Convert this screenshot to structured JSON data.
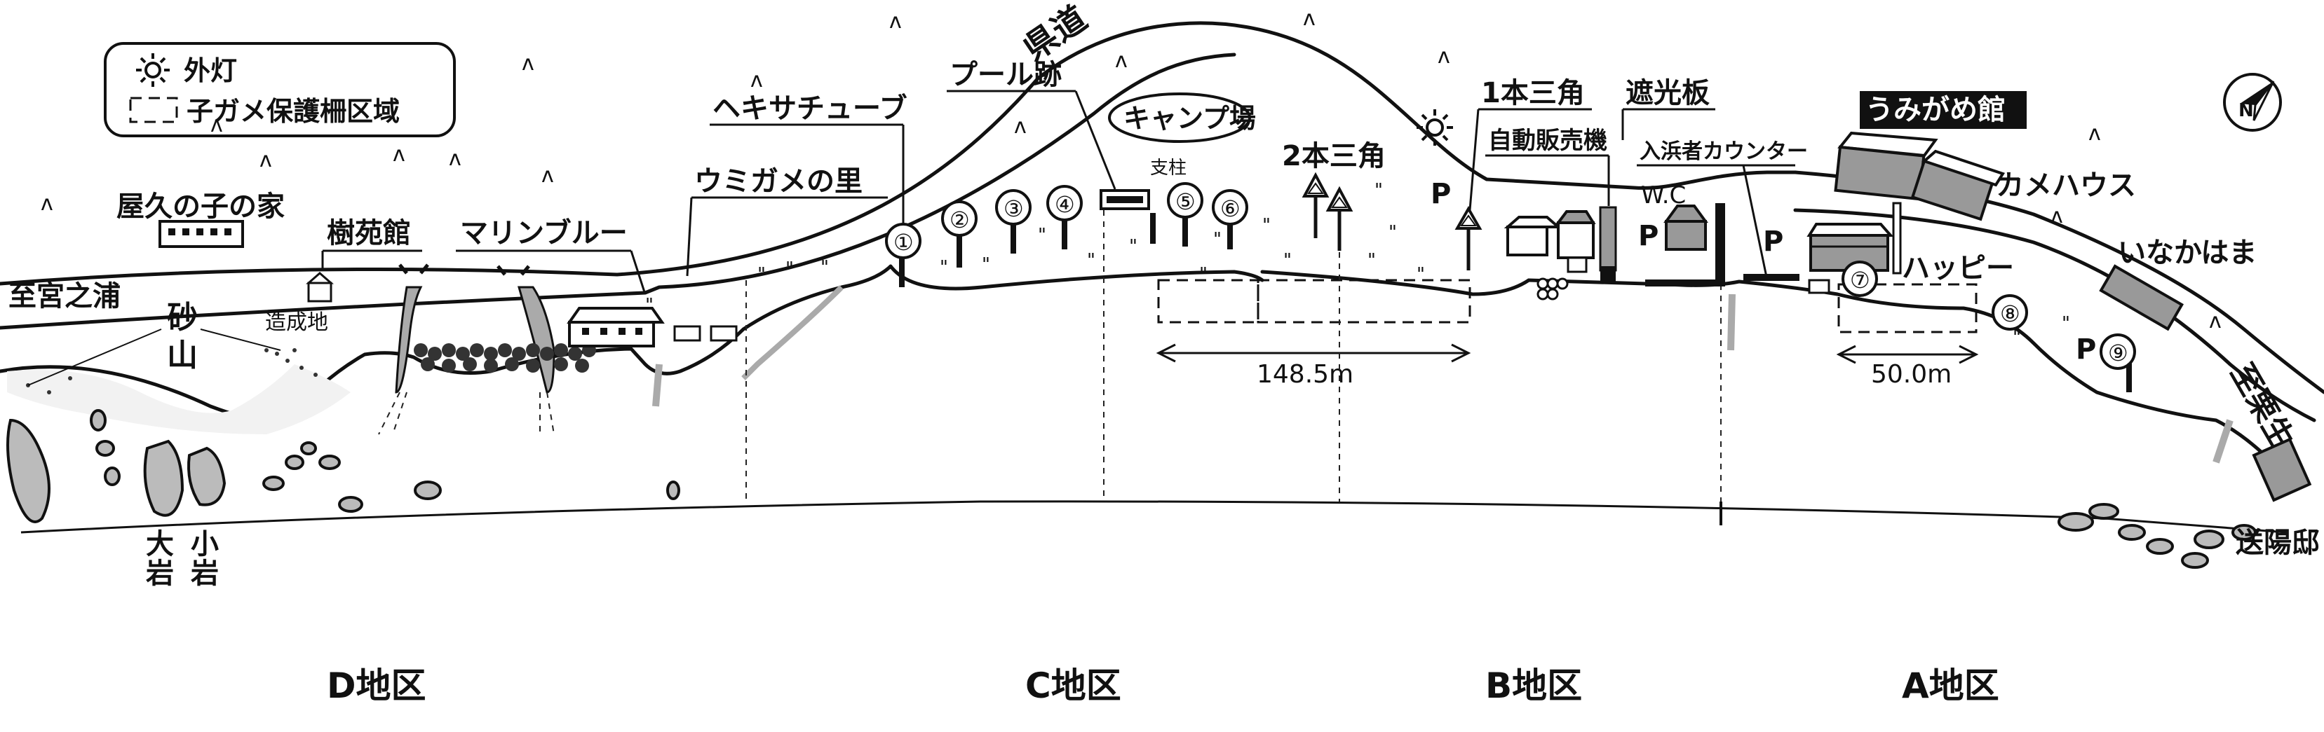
{
  "legend": {
    "light_label": "外灯",
    "zone_label": "子ガメ保護柵区域"
  },
  "places": {
    "shiyaku": "屋久の子の家",
    "jyuenkan": "樹苑館",
    "marine_blue": "マリンブルー",
    "umigame_sato": "ウミガメの里",
    "hekisa": "ヘキサチューブ",
    "pool_ato": "プール跡",
    "kendo": "県道",
    "camp": "キャンプ場",
    "shichu": "支柱",
    "sankaku2": "2本三角",
    "sankaku1": "1本三角",
    "vending": "自動販売機",
    "shakoban": "遮光板",
    "counter": "入浜者カウンター",
    "wc": "W.C",
    "umigamekan": "うみがめ館",
    "kame_house": "カメハウス",
    "happy": "ハッピー",
    "inakahama": "いなかはま",
    "to_kurio": "至栗生",
    "to_miyanoura": "至宮之浦",
    "zoseichi": "造成地",
    "suna": "砂",
    "yama": "山",
    "oiwa_1": "大",
    "oiwa_2": "岩",
    "koiwa_1": "小",
    "koiwa_2": "岩",
    "soyotei": "送陽邸",
    "parking": "P"
  },
  "markers": [
    "①",
    "②",
    "③",
    "④",
    "⑤",
    "⑥",
    "⑦",
    "⑧",
    "⑨"
  ],
  "distances": {
    "d1": "148.5m",
    "d2": "50.0m"
  },
  "districts": [
    "D地区",
    "C地区",
    "B地区",
    "A地区"
  ],
  "icons": {
    "light": "sun-icon",
    "north": "north-arrow-icon",
    "grass": "grass-tuft-icon"
  }
}
